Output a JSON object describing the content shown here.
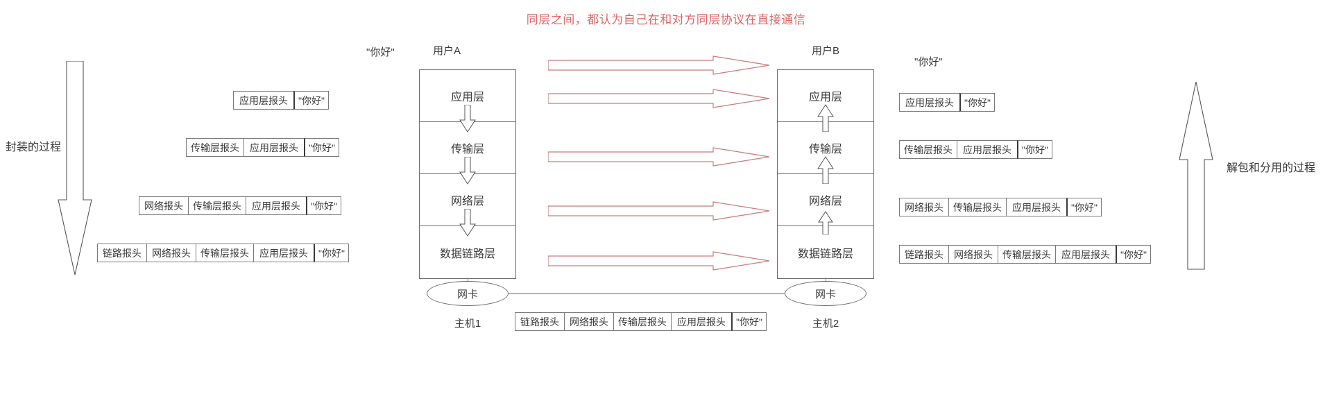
{
  "title": "同层之间，都认为自己在和对方同层协议在直接通信",
  "left_process_label": "封装的过程",
  "right_process_label": "解包和分用的过程",
  "message": "\"你好\"",
  "users": {
    "a": "用户A",
    "b": "用户B"
  },
  "hosts": {
    "h1": "主机1",
    "h2": "主机2"
  },
  "nic_label": "网卡",
  "headers": {
    "app": "应用层报头",
    "transport": "传输层报头",
    "network": "网络报头",
    "link": "链路报头"
  },
  "stack_layers": [
    {
      "name": "应用层"
    },
    {
      "name": "传输层"
    },
    {
      "name": "网络层"
    },
    {
      "name": "数据链路层"
    }
  ],
  "left_pdus": [
    {
      "cells": [
        "应用层报头",
        "\"你好\""
      ]
    },
    {
      "cells": [
        "传输层报头",
        "应用层报头",
        "\"你好\""
      ]
    },
    {
      "cells": [
        "网络报头",
        "传输层报头",
        "应用层报头",
        "\"你好\""
      ]
    },
    {
      "cells": [
        "链路报头",
        "网络报头",
        "传输层报头",
        "应用层报头",
        "\"你好\""
      ]
    }
  ],
  "right_pdus": [
    {
      "cells": [
        "应用层报头",
        "\"你好\""
      ]
    },
    {
      "cells": [
        "传输层报头",
        "应用层报头",
        "\"你好\""
      ]
    },
    {
      "cells": [
        "网络报头",
        "传输层报头",
        "应用层报头",
        "\"你好\""
      ]
    },
    {
      "cells": [
        "链路报头",
        "网络报头",
        "传输层报头",
        "应用层报头",
        "\"你好\""
      ]
    }
  ],
  "wire_pdu": {
    "cells": [
      "链路报头",
      "网络报头",
      "传输层报头",
      "应用层报头",
      "\"你好\""
    ]
  },
  "colors": {
    "accent_red": "#e06666",
    "arrow_red": "#cc7b7b",
    "outline": "#6b6b6b",
    "text": "#3a3a3a"
  }
}
